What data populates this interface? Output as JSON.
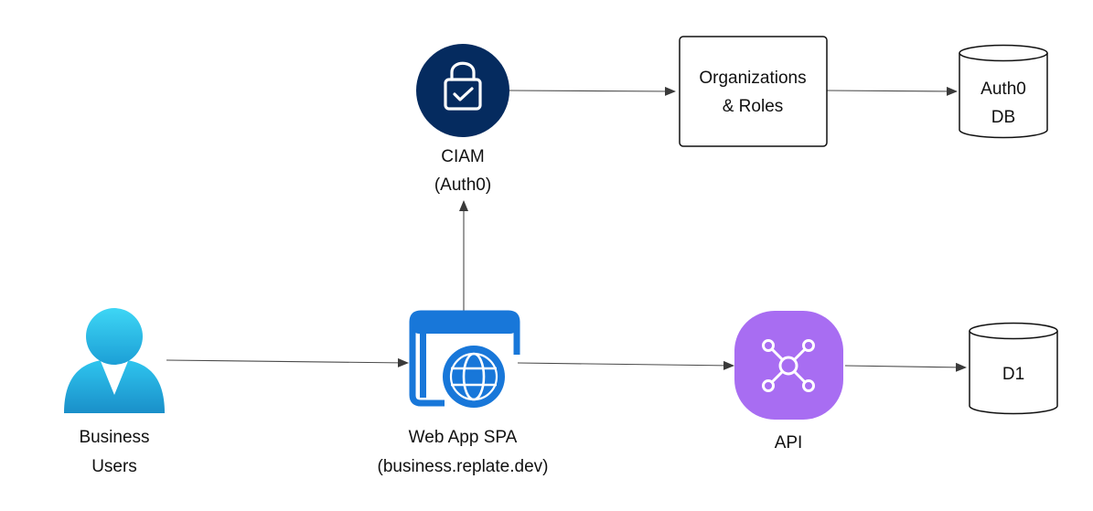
{
  "nodes": {
    "business_users": {
      "line1": "Business",
      "line2": "Users",
      "icon": "user-icon"
    },
    "ciam": {
      "line1": "CIAM",
      "line2": "(Auth0)",
      "icon": "lock-icon",
      "color": "#052b5f"
    },
    "organizations_roles": {
      "line1": "Organizations",
      "line2": "& Roles"
    },
    "auth0_db": {
      "line1": "Auth0",
      "line2": "DB",
      "icon": "database-icon"
    },
    "web_app": {
      "line1": "Web App SPA",
      "line2": "(business.replate.dev)",
      "icon": "web-app-globe-icon",
      "color": "#1877d9"
    },
    "api": {
      "label": "API",
      "icon": "api-hub-icon",
      "color": "#a86df2"
    },
    "d1": {
      "label": "D1",
      "icon": "database-icon"
    }
  },
  "edges": [
    {
      "from": "Business Users",
      "to": "Web App SPA"
    },
    {
      "from": "Web App SPA",
      "to": "CIAM (Auth0)"
    },
    {
      "from": "CIAM (Auth0)",
      "to": "Organizations & Roles"
    },
    {
      "from": "Organizations & Roles",
      "to": "Auth0 DB"
    },
    {
      "from": "Web App SPA",
      "to": "API"
    },
    {
      "from": "API",
      "to": "D1"
    }
  ]
}
